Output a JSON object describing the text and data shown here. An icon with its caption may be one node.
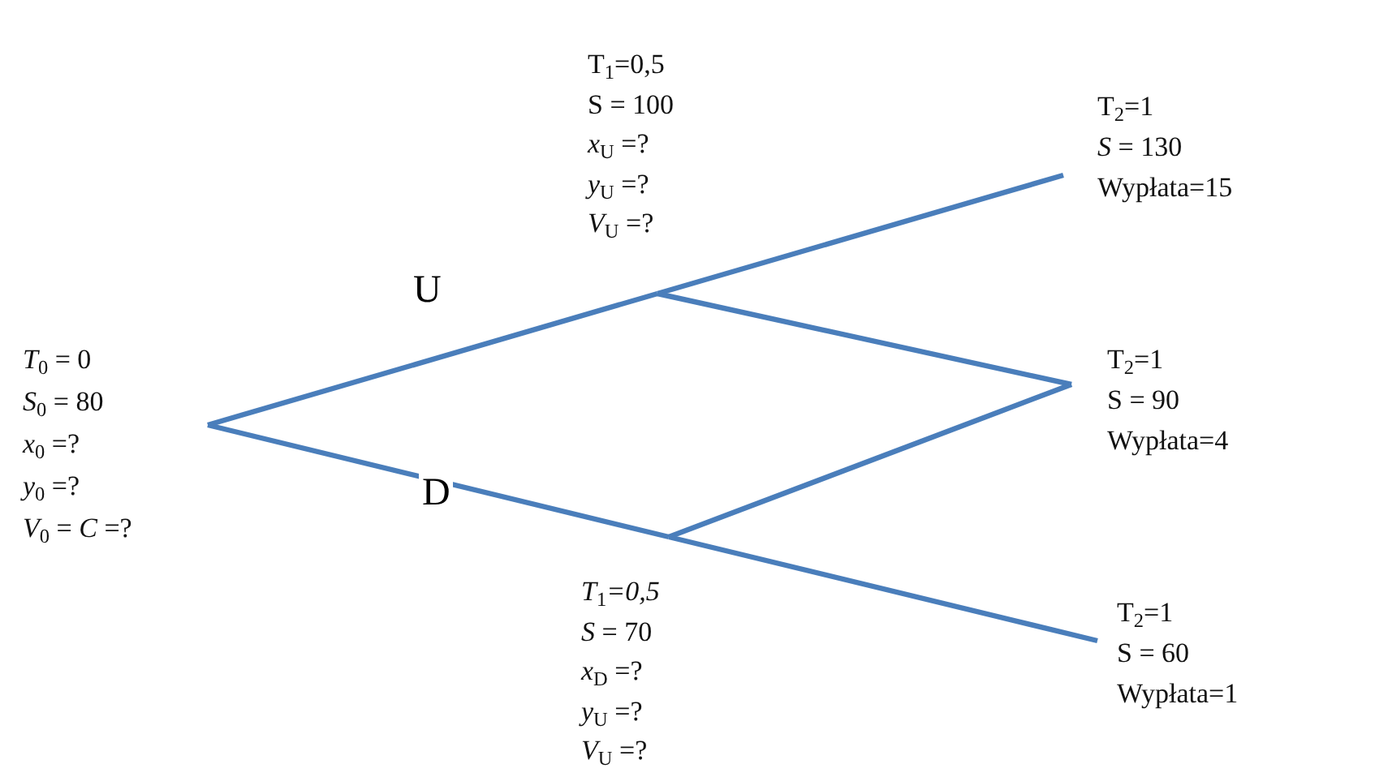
{
  "diagram": {
    "nodes": [
      {
        "text": [
          "*T*$_{0}$ = 0",
          "*S*$_{0}$ = 80",
          "*x*$_{0}$ =?",
          "*y*$_{0}$ =?",
          "*V*$_{0}$ = *C* =?"
        ]
      },
      {
        "text": [
          "T$_{1}$=0,5",
          "S = 100",
          "*x*$_{U}$ =?",
          "*y*$_{U}$ =?",
          "*V*$_{U}$ =?"
        ]
      },
      {
        "text": [
          "*T*$_{1}$*=0,5*",
          "*S* = 70",
          "*x*$_{D}$ =?",
          "*y*$_{U}$ =?",
          "*V*$_{U}$ =?"
        ]
      },
      {
        "text": [
          "T$_{2}$=1",
          "*S* = 130",
          "Wypłata=15"
        ]
      },
      {
        "text": [
          "T$_{2}$=1",
          "S = 90",
          "Wypłata=4"
        ]
      },
      {
        "text": [
          "T$_{2}$=1",
          "S = 60",
          "Wypłata=1"
        ]
      }
    ],
    "edges": [
      {
        "from": 0,
        "to": 1,
        "arrow": "none",
        "label": "U"
      },
      {
        "from": 0,
        "to": 2,
        "arrow": "none",
        "label": "D"
      },
      {
        "from": 1,
        "to": 3,
        "arrow": "none"
      },
      {
        "from": 1,
        "to": 4,
        "arrow": "none"
      },
      {
        "from": 2,
        "to": 4,
        "arrow": "none"
      },
      {
        "from": 2,
        "to": 5,
        "arrow": "none"
      }
    ]
  }
}
